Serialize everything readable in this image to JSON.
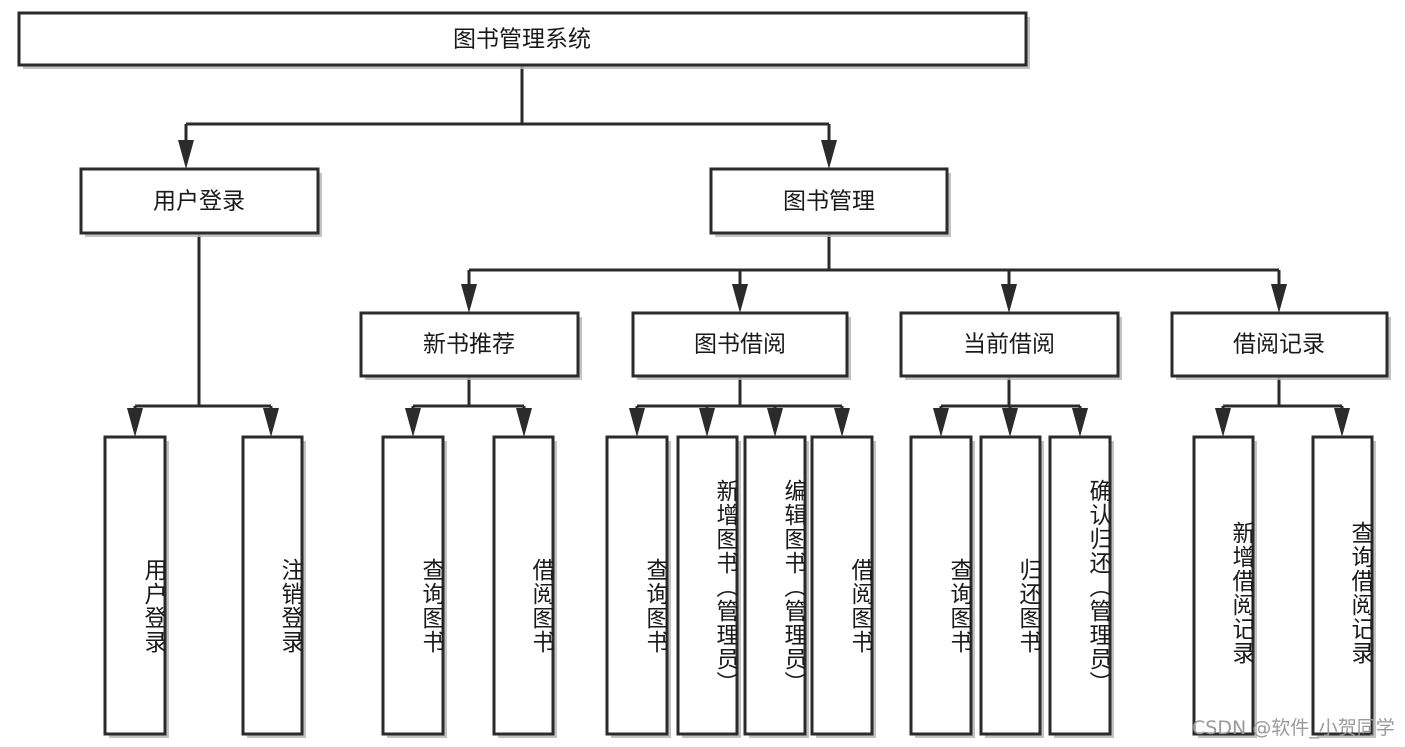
{
  "diagram": {
    "type": "tree-hierarchy",
    "title": "图书管理系统",
    "orientation": "top-down",
    "colors": {
      "box_fill": "#ffffff",
      "box_stroke": "#2b2b2b",
      "text": "#1a1a1a",
      "shadow": "#b8b8b8",
      "watermark": "#9a9a9a",
      "background": "#ffffff"
    }
  },
  "root": {
    "id": "root",
    "label": "图书管理系统"
  },
  "level2": [
    {
      "id": "user-login",
      "label": "用户登录"
    },
    {
      "id": "book-manage",
      "label": "图书管理"
    }
  ],
  "level3": [
    {
      "id": "new-book-recommend",
      "label": "新书推荐"
    },
    {
      "id": "book-borrow",
      "label": "图书借阅"
    },
    {
      "id": "current-borrow",
      "label": "当前借阅"
    },
    {
      "id": "borrow-record",
      "label": "借阅记录"
    }
  ],
  "leaves": {
    "user_login": [
      {
        "id": "leaf-user-login",
        "label": "用户登录"
      },
      {
        "id": "leaf-logout-login",
        "label": "注销登录"
      }
    ],
    "new_book_recommend": [
      {
        "id": "leaf-query-book-1",
        "label": "查询图书"
      },
      {
        "id": "leaf-borrow-book-1",
        "label": "借阅图书"
      }
    ],
    "book_borrow": [
      {
        "id": "leaf-query-book-2",
        "label": "查询图书"
      },
      {
        "id": "leaf-add-book",
        "label": "新增图书（管理员）"
      },
      {
        "id": "leaf-edit-book",
        "label": "编辑图书（管理员）"
      },
      {
        "id": "leaf-borrow-book-2",
        "label": "借阅图书"
      }
    ],
    "current_borrow": [
      {
        "id": "leaf-query-book-3",
        "label": "查询图书"
      },
      {
        "id": "leaf-return-book",
        "label": "归还图书"
      },
      {
        "id": "leaf-confirm-return",
        "label": "确认归还（管理员）"
      }
    ],
    "borrow_record": [
      {
        "id": "leaf-add-record",
        "label": "新增借阅记录"
      },
      {
        "id": "leaf-query-record",
        "label": "查询借阅记录"
      }
    ]
  },
  "watermark": {
    "text": "CSDN @软件_小贺同学"
  }
}
